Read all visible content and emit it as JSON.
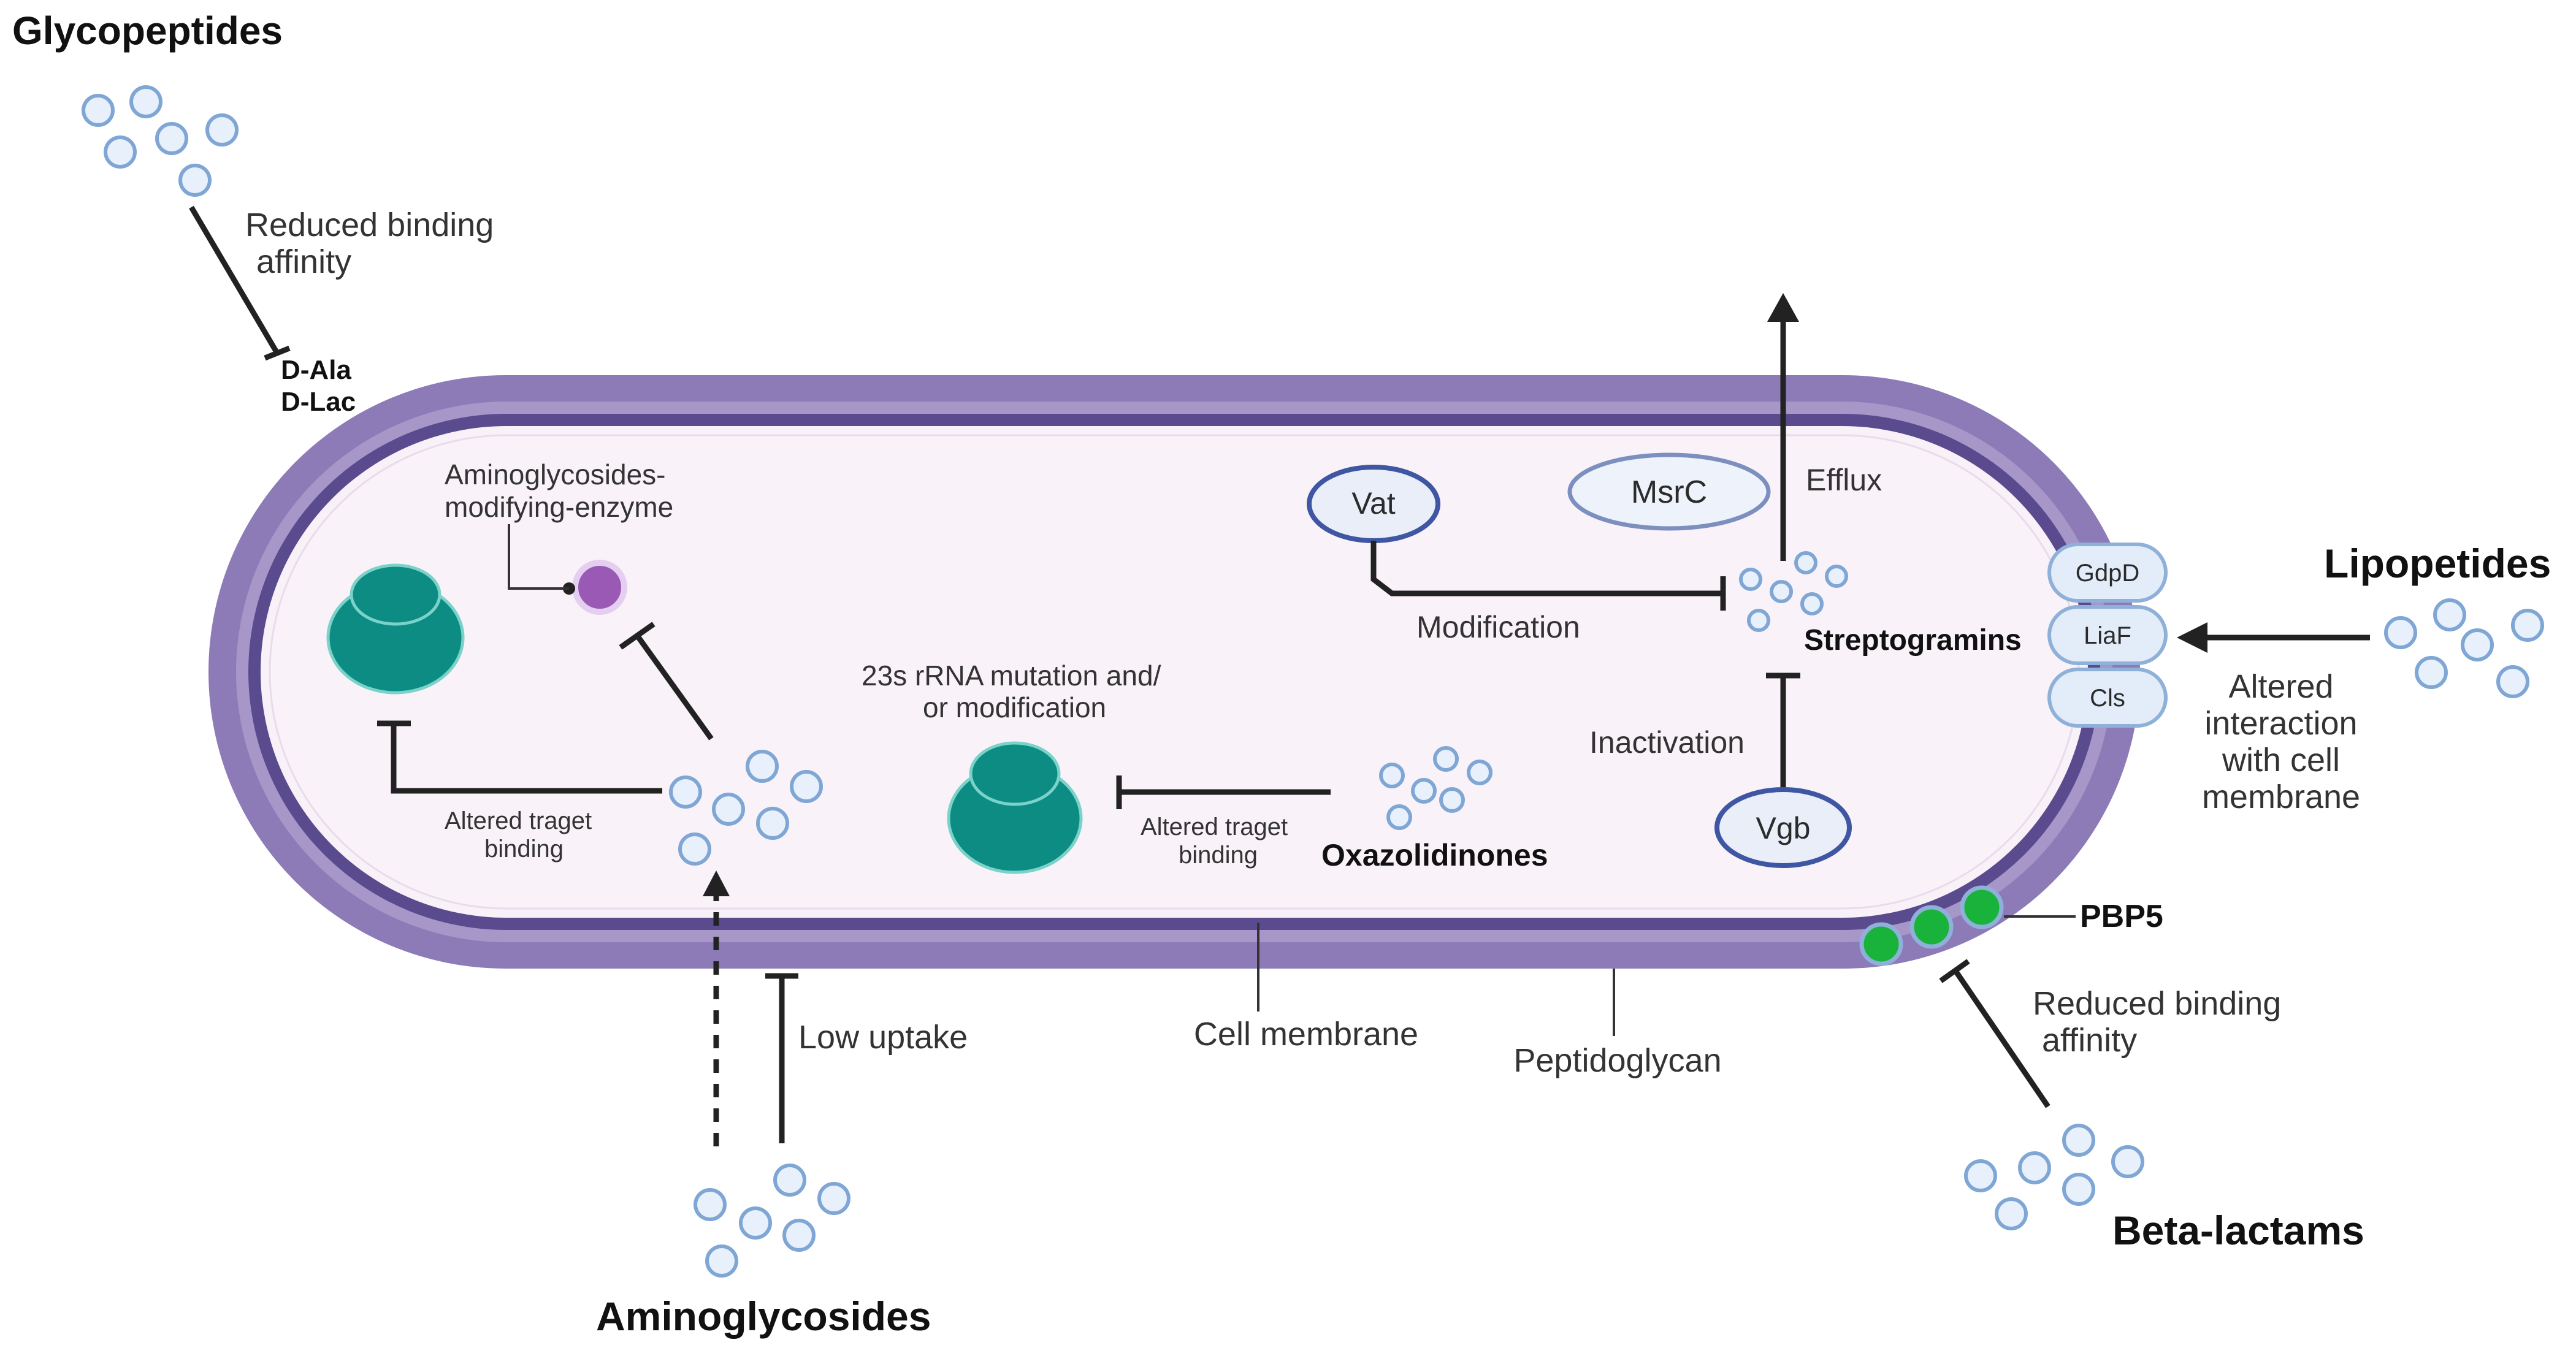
{
  "colors": {
    "cell_wall": "#8d7bb8",
    "cell_membrane": "#5a4a8e",
    "cytoplasm": "#f8f1f7",
    "ribosome": "#0d8c84",
    "enzyme": "#9b59b6",
    "pbp": "#19b33b",
    "protein_ellipse_stroke": "#3f56a3",
    "molecule_fill": "#e8f1fb",
    "molecule_stroke": "#7fa6d4"
  },
  "groups": {
    "glycopeptides": "Glycopeptides",
    "lipopeptides": "Lipopetides",
    "aminoglycosides": "Aminoglycosides",
    "beta_lactams": "Beta-lactams",
    "oxazolidinones": "Oxazolidinones",
    "streptogramins": "Streptogramins"
  },
  "labels": {
    "reduced_binding_1": "Reduced binding",
    "affinity_1": "affinity",
    "d_ala": "D-Ala",
    "d_lac": "D-Lac",
    "ame_1": "Aminoglycosides-",
    "ame_2": "modifying-enzyme",
    "altered_target_1a": "Altered traget",
    "altered_target_1b": "binding",
    "rrna_1": "23s rRNA mutation and/",
    "rrna_2": "or modification",
    "altered_target_2a": "Altered traget",
    "altered_target_2b": "binding",
    "vat": "Vat",
    "msrc": "MsrC",
    "efflux": "Efflux",
    "modification": "Modification",
    "inactivation": "Inactivation",
    "vgb": "Vgb",
    "gdpd": "GdpD",
    "liaf": "LiaF",
    "cls": "Cls",
    "altered_int_1": "Altered",
    "altered_int_2": "interaction",
    "altered_int_3": "with cell",
    "altered_int_4": "membrane",
    "pbp5": "PBP5",
    "reduced_binding_2": "Reduced binding",
    "affinity_2": "affinity",
    "low_uptake": "Low uptake",
    "cell_membrane": "Cell membrane",
    "peptidoglycan": "Peptidoglycan"
  }
}
